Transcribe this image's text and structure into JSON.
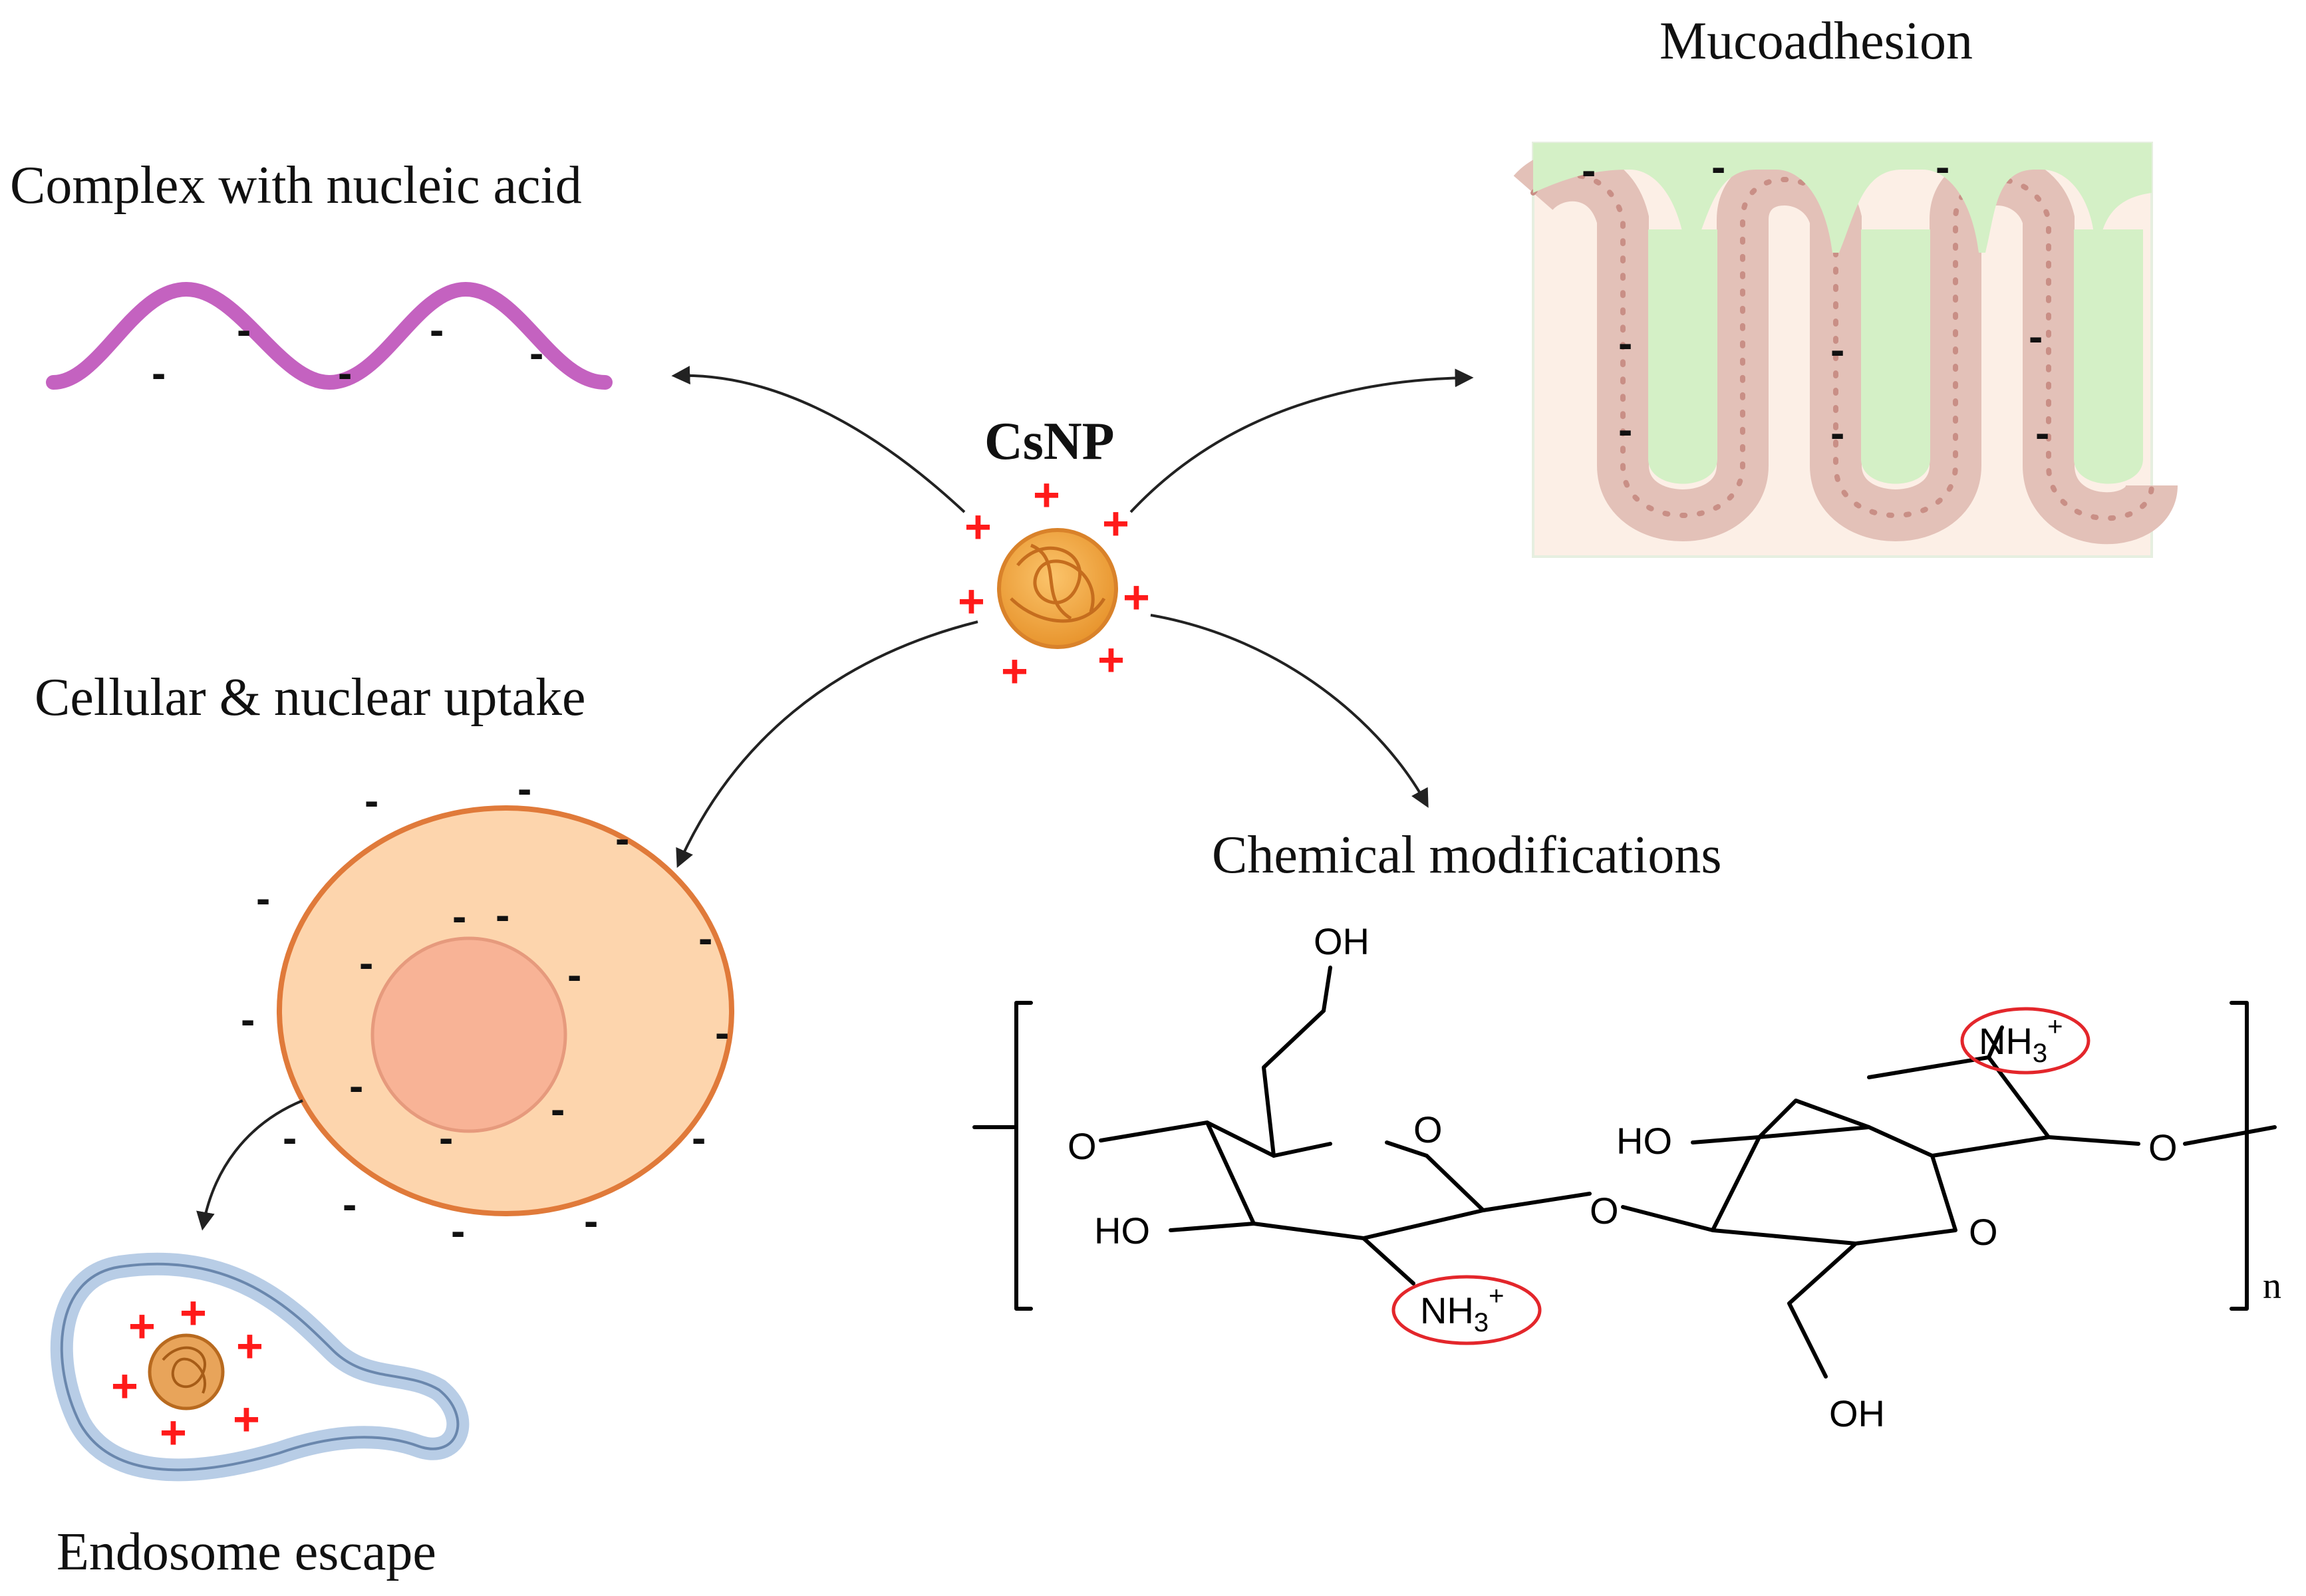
{
  "labels": {
    "mucoadhesion": "Mucoadhesion",
    "complex": "Complex with nucleic acid",
    "csnp": "CsNP",
    "cellular": "Cellular & nuclear uptake",
    "chemical": "Chemical modifications",
    "endosome": "Endosome escape"
  },
  "chem": {
    "oh": "OH",
    "ho": "HO",
    "o": "O",
    "nh3": "NH",
    "sub3": "3",
    "sup_plus": "+",
    "n": "n"
  },
  "charges": {
    "plus": "+",
    "minus": "-"
  },
  "colors": {
    "nucleic_acid": "#c462c0",
    "mucus": "#d4f0c6",
    "tissue": "#fcefe6",
    "epithelium": "#e3c1b8",
    "cell": "#fdd5ad",
    "cell_border": "#e07a3a",
    "nucleus": "#f8b396",
    "endosome": "#b8cde6",
    "nanoparticle": "#f5a944",
    "charge_plus": "#ff1a1a",
    "highlight_circle": "#e3262b"
  }
}
